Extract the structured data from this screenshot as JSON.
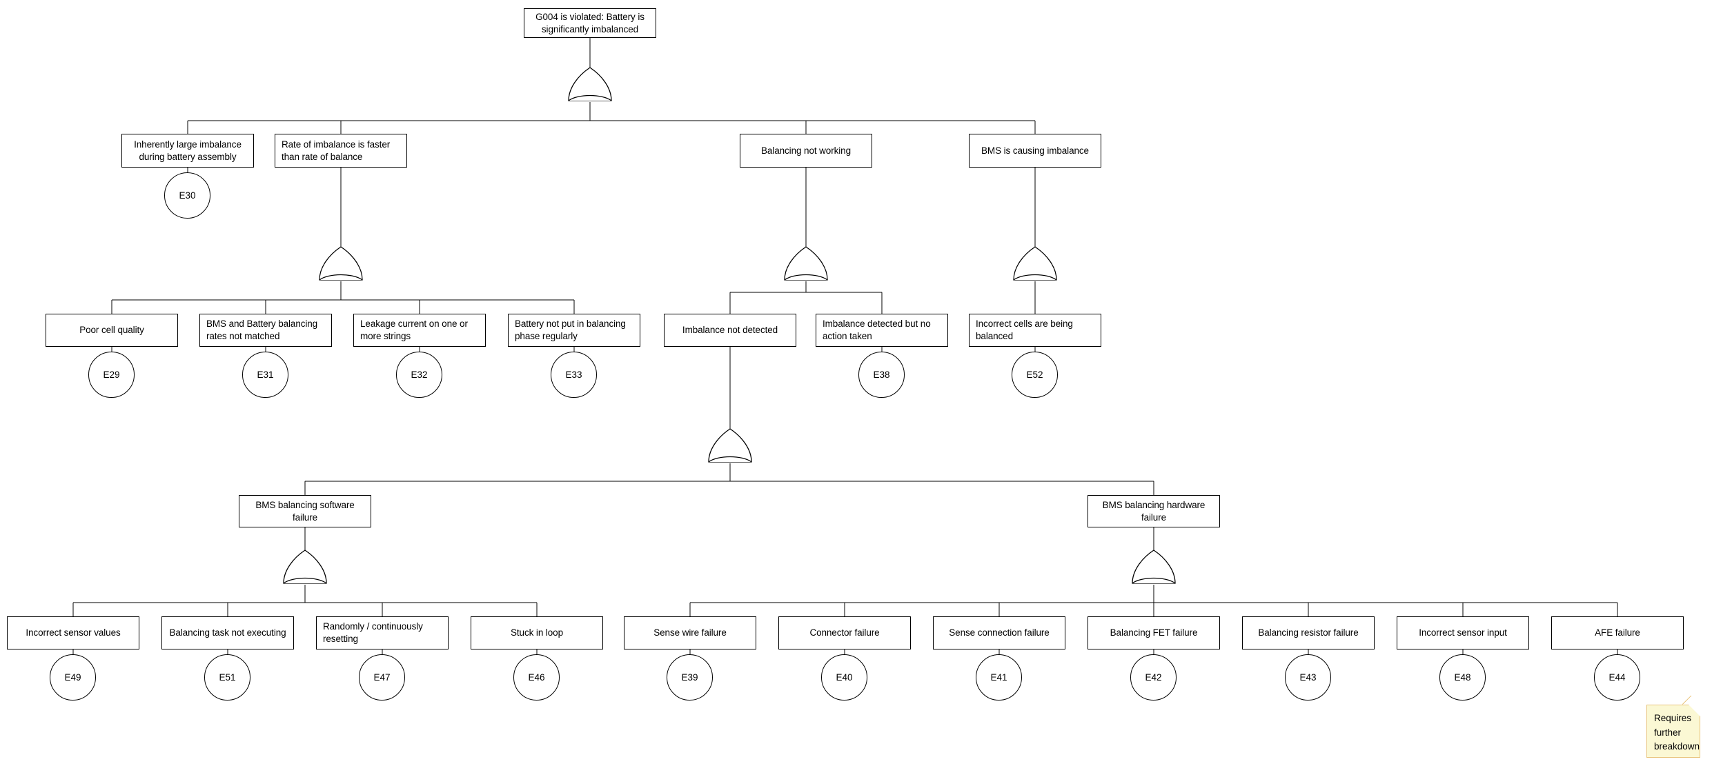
{
  "diagram": {
    "type": "fault-tree",
    "title": "G004 is violated: Battery is significantly imbalanced",
    "gate_type": "OR",
    "background": "#ffffff",
    "line_color": "#000000"
  },
  "nodes": {
    "top": {
      "label": "G004 is violated: Battery is significantly imbalanced"
    },
    "row2": [
      {
        "label": "Inherently large imbalance during battery assembly",
        "event": "E30"
      },
      {
        "label": "Rate of imbalance is faster than rate of balance"
      },
      {
        "label": "Balancing not working"
      },
      {
        "label": "BMS is causing imbalance"
      }
    ],
    "row3": [
      {
        "label": "Poor cell quality",
        "event": "E29"
      },
      {
        "label": "BMS and Battery balancing rates not matched",
        "event": "E31"
      },
      {
        "label": "Leakage current on one or more strings",
        "event": "E32"
      },
      {
        "label": "Battery not put in balancing phase regularly",
        "event": "E33"
      },
      {
        "label": "Imbalance not detected"
      },
      {
        "label": "Imbalance detected but no action taken",
        "event": "E38"
      },
      {
        "label": "Incorrect cells are being balanced",
        "event": "E52"
      }
    ],
    "row4": [
      {
        "label": "BMS balancing software failure"
      },
      {
        "label": "BMS balancing hardware failure"
      }
    ],
    "row5": [
      {
        "label": "Incorrect sensor values",
        "event": "E49"
      },
      {
        "label": "Balancing task not executing",
        "event": "E51"
      },
      {
        "label": "Randomly / continuously resetting",
        "event": "E47"
      },
      {
        "label": "Stuck in loop",
        "event": "E46"
      },
      {
        "label": "Sense wire failure",
        "event": "E39"
      },
      {
        "label": "Connector failure",
        "event": "E40"
      },
      {
        "label": "Sense connection failure",
        "event": "E41"
      },
      {
        "label": "Balancing FET failure",
        "event": "E42"
      },
      {
        "label": "Balancing resistor failure",
        "event": "E43"
      },
      {
        "label": "Incorrect sensor input",
        "event": "E48"
      },
      {
        "label": "AFE failure",
        "event": "E44"
      }
    ]
  },
  "note": {
    "text": "Requires further breakdown",
    "background": "#fbf8d4",
    "border": "#e8c37a"
  }
}
